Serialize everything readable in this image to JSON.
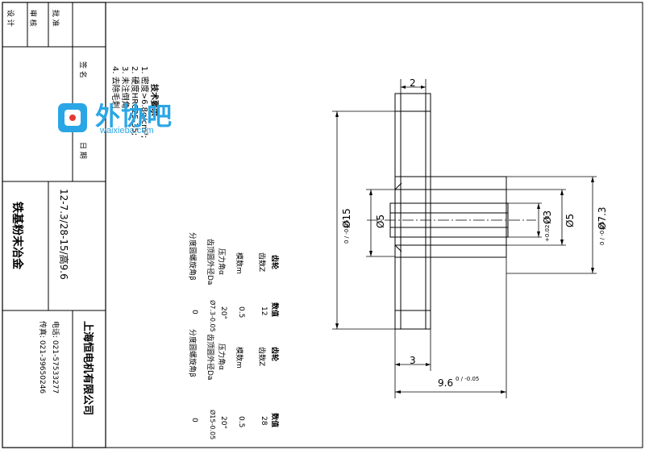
{
  "title_block": {
    "design": "设 计",
    "check": "审 核",
    "approve": "批 准",
    "sign": "签 名",
    "date": "日 期",
    "material": "铁基粉末冶金",
    "drawing_no": "12-7.3/28-15/高9.6",
    "company": "上海恒电机有限公司",
    "tel": "电话: 021-57533277",
    "fax": "传真: 021-39650246"
  },
  "tech_requirements": {
    "heading": "技术要求",
    "items": [
      "1. 密度>6.8g/cm³;",
      "2. 硬度HRC25-35;",
      "3. 未注倒角",
      "4. 去除毛刺"
    ]
  },
  "gear_table_1": {
    "headers": [
      "齿轮",
      "数值"
    ],
    "rows": [
      [
        "齿数Z",
        "12"
      ],
      [
        "模数m",
        "0.5"
      ],
      [
        "压力角α",
        "20°"
      ],
      [
        "齿顶圆外径Da",
        "Ø7.3-0.05"
      ],
      [
        "分度圆螺旋角β",
        "0"
      ]
    ]
  },
  "gear_table_2": {
    "headers": [
      "齿轮",
      "数值"
    ],
    "rows": [
      [
        "齿数Z",
        "28"
      ],
      [
        "模数m",
        "0.5"
      ],
      [
        "压力角α",
        "20°"
      ],
      [
        "齿顶圆外径Da",
        "Ø15-0.05"
      ],
      [
        "分度圆螺旋角β",
        "0"
      ]
    ]
  },
  "dimensions": {
    "width_top": "2",
    "width_bottom": "3",
    "length": "9.6",
    "length_tol": "0 / -0.05",
    "dia_big": "Ø15",
    "dia_big_tol": "0 / -0.05",
    "dia_hub": "Ø5",
    "dia_bore": "Ø3",
    "dia_bore_tol": "+0.02 / 0",
    "dia_right": "Ø5",
    "dia_small": "Ø7.3",
    "dia_small_tol": "0 / -0.05"
  },
  "watermark": {
    "text": "外协吧",
    "sub": "waixieba.com"
  }
}
